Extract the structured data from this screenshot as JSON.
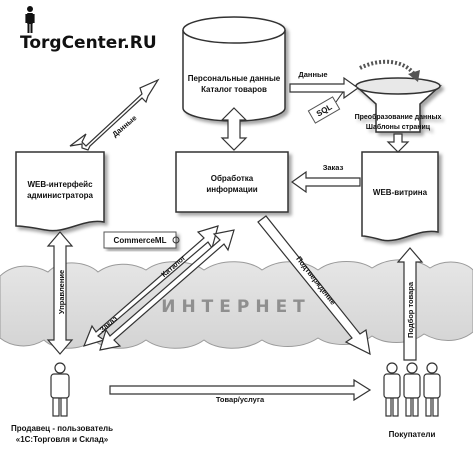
{
  "logo": {
    "text": "TorgCenter",
    "suffix": ".RU"
  },
  "internet": "ИНТЕРНЕТ",
  "nodes": {
    "database": {
      "line1": "Персональные данные",
      "line2": "Каталог товаров"
    },
    "admin": {
      "line1": "WEB-интерфейс",
      "line2": "администратора"
    },
    "processing": {
      "line1": "Обработка",
      "line2": "информации"
    },
    "templates": {
      "line1": "Преобразование данных",
      "line2": "Шаблоны страниц"
    },
    "storefront": {
      "line1": "WEB-витрина"
    },
    "commerceml": "CommerceML",
    "sql": "SQL"
  },
  "arrows": {
    "data_left": "Данные",
    "data_right": "Данные",
    "order_right": "Заказ",
    "catalog": "Каталог",
    "order_left": "Заказ",
    "management": "Управление",
    "confirmation": "Подтверждение",
    "product_selection": "Подбор товара",
    "goods": "Товар/услуга"
  },
  "people": {
    "seller": {
      "line1": "Продавец - пользователь",
      "line2": "«1С:Торговля и Склад»"
    },
    "buyers": "Покупатели"
  }
}
